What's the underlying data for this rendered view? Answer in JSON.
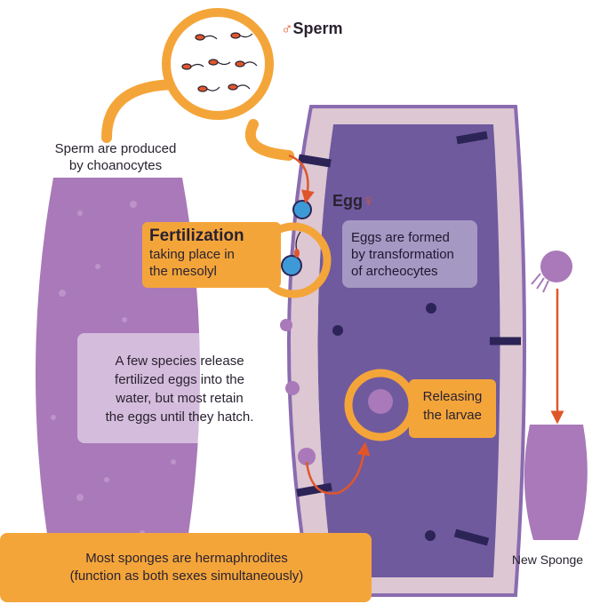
{
  "labels": {
    "sperm_title": "Sperm",
    "sperm_symbol": "♂",
    "egg_title": "Egg",
    "egg_symbol": "♀",
    "sperm_produced": [
      "Sperm are produced",
      "by choanocytes"
    ],
    "fertilization_title": "Fertilization",
    "fertilization_desc": [
      "taking place in",
      "the mesolyl"
    ],
    "eggs_formed": [
      "Eggs are formed",
      "by transformation",
      "of archeocytes"
    ],
    "few_species": [
      "A few species release",
      "fertilized eggs into the",
      "water, but most retain",
      "the eggs until they hatch."
    ],
    "releasing": [
      "Releasing",
      "the larvae"
    ],
    "new_sponge": "New Sponge",
    "hermaphrodites": [
      "Most sponges are hermaphrodites",
      "(function as both sexes simultaneously)"
    ]
  },
  "colors": {
    "orange": "#f4a53a",
    "arrow_red": "#e0562b",
    "sponge_purple": "#a979b9",
    "sponge_inner": "#6f5a9e",
    "sponge_wall": "#dcc7d3",
    "sponge_outline": "#8a6bb0",
    "egg_blue": "#3e9ad6",
    "dark_dot": "#2c2456"
  }
}
